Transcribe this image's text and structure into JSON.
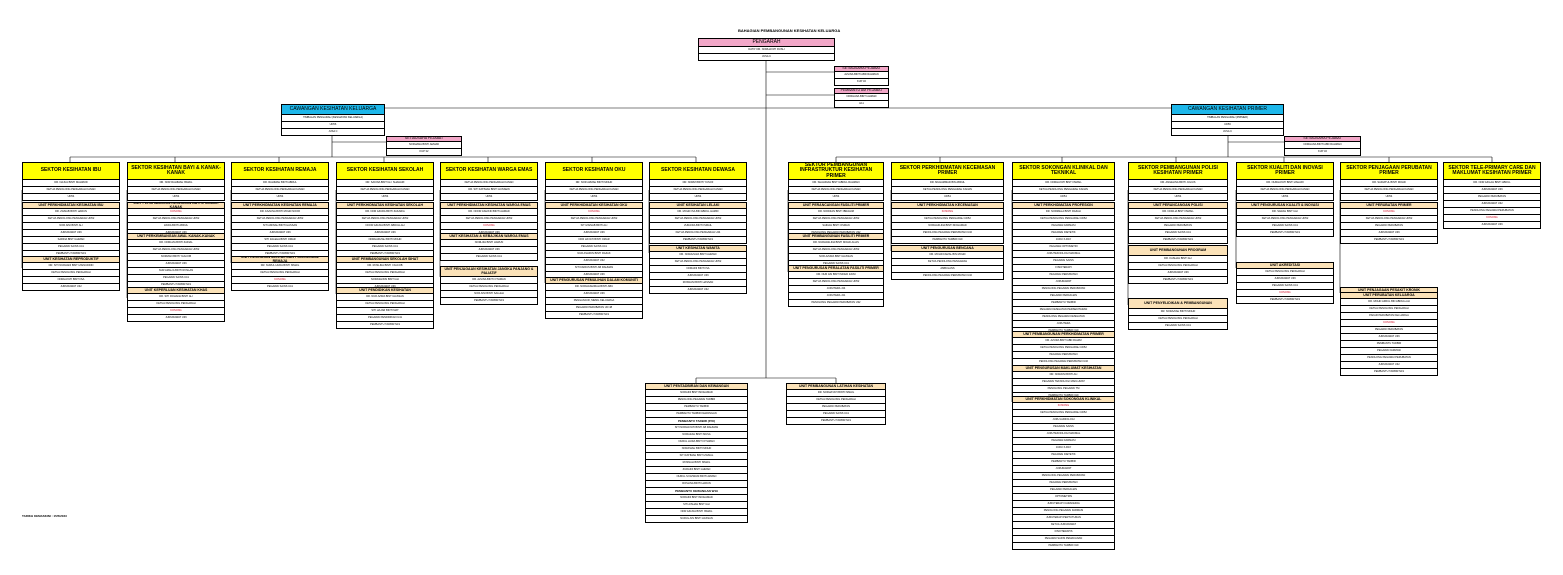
{
  "page": {
    "title": "BAHAGIAN PEMBANGUNAN KESIHATAN KELUARGA",
    "footer": "TARIKH KEMASKINI : 15/5/2023"
  },
  "colors": {
    "pink": "#f2a7c8",
    "yellow": "#ffff00",
    "cyan": "#1db7ea",
    "peach": "#fbe2b8"
  },
  "nodes": {
    "pengarah": {
      "header": "PENGARAH",
      "lines": [
        "DATO' DR. NORHAYATI RUSLI",
        "JUSA C"
      ]
    },
    "setiausaha": {
      "header": "SETIAUSAHA PEJABAT",
      "lines": [
        "AZLINA BINTI ABD RAHMAN",
        "KUP 32"
      ]
    },
    "pembantu_am": {
      "header": "PEMBANTU AM PEJABAT",
      "lines": [
        "NORHANA BINTI AHMAD",
        "H11"
      ]
    },
    "cawangan_keluarga": {
      "header": "CAWANGAN KESIHATAN KELUARGA",
      "lines": [
        "TIMBALAN PENGARAH (KESIHATAN KELUARGA)",
        "UD56",
        "JUSA C"
      ]
    },
    "cawangan_primer": {
      "header": "CAWANGAN KESIHATAN PRIMER",
      "lines": [
        "TIMBALAN PENGARAH (PRIMER)",
        "UD56",
        "JUSA C"
      ]
    },
    "sec_keluarga": {
      "header": "SETIAUSAHA PEJABAT",
      "lines": [
        "NORHANA BINTI AHMAD",
        "KUP 32"
      ]
    },
    "sec_primer": {
      "header": "SETIAUSAHA PEJABAT",
      "lines": [
        "NORHANA BINTI ABD RAHMAN",
        "KUP 32"
      ]
    },
    "s_ibu": {
      "header": "SEKTOR KESIHATAN IBU",
      "lines": [
        "DR. NAJUA BINTI MAHMUD",
        "KETUA PENOLONG PENGARAH KANAN",
        "UD54"
      ]
    },
    "u_ibu1": {
      "header": "UNIT PERKHIDMATAN KESIHATAN IBU",
      "lines": [
        "DR. ZAINAB BINTI HARUN",
        "KETUA PENOLONG PENGARAH UD52",
        "NOR AINI BINTI ALI",
        "JURURAWAT U36",
        "SARINA BINTI AHMAD",
        "PEGAWAI SAINS U41",
        "PEMBANTU TADBIR N19"
      ]
    },
    "u_ibu2": {
      "header": "UNIT KESIHATAN REPRODUKTIF",
      "lines": [
        "DR. SITI NURHANI BINTI ZAINUDDIN",
        "KETUA PENOLONG PENGARAH",
        "NORHAYATI BINTI ISA",
        "JURURAWAT U32"
      ]
    },
    "s_bayi": {
      "header": "SEKTOR KESIHATAN BAYI & KANAK-KANAK",
      "lines": [
        "DR. NOR RAHIMAH ISMAIL",
        "KETUA PENOLONG PENGARAH KANAN",
        "UD54"
      ]
    },
    "u_bayi1": {
      "header": "UNIT PERKHIDMATAN KESIHATAN BAYI & KANAK-KANAK",
      "lines": [
        "KOSONG",
        "KETUA PENOLONG PENGARAH UD52",
        "ZAIDA BINTI ABDUL",
        "JURURAWAT U36"
      ]
    },
    "u_bayi2": {
      "header": "UNIT PERKEMBANGAN AWAL KANAK-KANAK",
      "lines": [
        "DR. NORLIZA BINTI ZAINAL",
        "KETUA PENOLONG PENGARAH UD52",
        "NORIZAN BINTI YAACOB",
        "JURURAWAT U36",
        "NUR AMALIA BINTI ROSLAN",
        "PEGAWAI SAINS U41",
        "PEMBANTU TADBIR N19"
      ]
    },
    "u_bayi3": {
      "header": "UNIT KEPERLUAN KESIHATAN KHAS",
      "lines": [
        "DR. SITI ROHANA BINTI ALI",
        "KETUA PENOLONG PENGARAH",
        "KOSONG",
        "JURURAWAT U36"
      ]
    },
    "s_remaja": {
      "header": "SEKTOR KESIHATAN REMAJA",
      "lines": [
        "DR. RAHIMAH BINTI ABDUL",
        "KETUA PENOLONG PENGARAH KANAN",
        "UD54"
      ]
    },
    "u_remaja1": {
      "header": "UNIT PERKHIDMATAN KESIHATAN REMAJA",
      "lines": [
        "DR. FAZLINA BINTI MOHD NOOR",
        "KETUA PENOLONG PENGARAH UD52",
        "SITI AMINAH BINTI HASSAN",
        "JURURAWAT U36",
        "SITI ZALEHA BINTI OMAR",
        "PEGAWAI SAINS U41",
        "PEMBANTU TADBIR N19"
      ]
    },
    "u_remaja2": {
      "header": "UNIT KESIHATAN MENTAL DAN PSIKOSOSIAL REMAJA",
      "lines": [
        "DR. NURUL HUDA BINTI ISMAIL",
        "KETUA PENOLONG PENGARAH",
        "KOSONG",
        "PEGAWAI SAINS U41"
      ]
    },
    "s_sekolah": {
      "header": "SEKTOR KESIHATAN SEKOLAH",
      "lines": [
        "DR. SAKINA BINTI HJ. SHAHARI",
        "KETUA PENOLONG PENGARAH KANAN",
        "UD54"
      ]
    },
    "u_sek1": {
      "header": "UNIT PERKHIDMATAN KESIHATAN SEKOLAH",
      "lines": [
        "DR. NOR AZURA BINTI ZAKARIA",
        "KETUA PENOLONG PENGARAH UD52",
        "NOOR AZLINA BINTI ABDULLAH",
        "JURURAWAT U36",
        "NORHAFIZAH BINTI MOHD",
        "PEGAWAI SAINS U41",
        "PEMBANTU TADBIR N19"
      ]
    },
    "u_sek2": {
      "header": "UNIT PEMBANGUNAN SEKOLAH SIHAT",
      "lines": [
        "DR. ROSLINA BINTI YAACOB",
        "KETUA PENOLONG PENGARAH",
        "NORASHIKIN BINTI ALI",
        "JURURAWAT U36"
      ]
    },
    "u_sek3": {
      "header": "UNIT PENDIDIKAN KESIHATAN",
      "lines": [
        "DR. NUR AZIRA BINTI HASSAN",
        "KETUA PENOLONG PENGARAH",
        "SITI HAJAR BINTI MAT",
        "PEGAWAI PENDIDIKAN U41",
        "PEMBANTU TADBIR N19"
      ]
    },
    "s_warga": {
      "header": "SEKTOR KESIHATAN WARGA EMAS",
      "lines": [
        "KETUA PENOLONG PENGARAH KANAN",
        "DR. SITI FATIMAH BINTI HUSSEIN",
        "UD54"
      ]
    },
    "u_warga1": {
      "header": "UNIT PERKHIDMATAN KESIHATAN WARGA EMAS",
      "lines": [
        "DR. NOOR ASHIKIN BINTI AHMAD",
        "KETUA PENOLONG PENGARAH UD52",
        "KOSONG",
        "JURURAWAT U36"
      ]
    },
    "u_warga2": {
      "header": "UNIT KESIHATAN & KEBAJIKAN WARGA EMAS",
      "lines": [
        "NORLIZA BINTI HARUN",
        "JURURAWAT U36",
        "PEGAWAI SAINS U41"
      ]
    },
    "u_warga3": {
      "header": "UNIT PENJAGAAN KESIHATAN JANGKA PANJANG & PALIATIF",
      "lines": [
        "DR. AZLINA BINTI OTHMAN",
        "KETUA PENOLONG PENGARAH",
        "NOR AINI BINTI SALLEH",
        "PEMBANTU TADBIR N19"
      ]
    },
    "s_oku": {
      "header": "SEKTOR KESIHATAN OKU",
      "lines": [
        "DR. NOR AZMAH BINTI MOHD",
        "KETUA PENOLONG PENGARAH KANAN",
        "UD54"
      ]
    },
    "u_oku1": {
      "header": "UNIT PERKHIDMATAN KESIHATAN OKU",
      "lines": [
        "KOSONG",
        "KETUA PENOLONG PENGARAH UD52",
        "SITI ZAINAB BINTI ALI",
        "JURURAWAT U36",
        "NOR HAYATI BINTI OMAR",
        "PEGAWAI SAINS U41",
        "NUR ASHIKIN BINTI RAZAK",
        "JURURAWAT U32",
        "SITI FAIRUS BINTI AB RAHMAN",
        "JURURAWAT U36",
        "PEMBANTU TADBIR N19"
      ]
    },
    "u_oku2": {
      "header": "UNIT PENGURUSAN PEMULIHAN DALAM KOMUNITI",
      "lines": [
        "DR. NORHASHIMAH BINTI ABU",
        "JURURAWAT U36",
        "PENGANJUR, MEMIL KELUARGA",
        "PEGAWAI PERUBATAN UD 48",
        "PEMBANTU TADBIR N19"
      ]
    },
    "s_dewasa": {
      "header": "SEKTOR KESIHATAN DEWASA",
      "lines": [
        "DR. NORMI BINTI YUSOF",
        "KETUA PENOLONG PENGARAH KANAN",
        "UD54"
      ]
    },
    "u_dewasa1": {
      "header": "UNIT KESIHATAN LELAKI",
      "lines": [
        "DR. MOHD ISA BIN ABDUL HAMID",
        "KETUA PENOLONG PENGARAH UD52",
        "ZURAIDA BINTI ISMAIL",
        "KETUA PENOLONG PENGARAH U44",
        "PEMBANTU TADBIR N19"
      ]
    },
    "u_dewasa2": {
      "header": "UNIT KESIHATAN WANITA",
      "lines": [
        "DR. NORAZLIZA BINTI AHMAD",
        "KETUA PENOLONG PENGARAH UD52",
        "NORAINI BINTI ISA",
        "JURURAWAT U36",
        "ROSNANI BINTI HASSAN",
        "JURURAWAT U32"
      ]
    },
    "s_infra": {
      "header": "SEKTOR PEMBANGUNAN INFRASTRUKTUR KESIHATAN PRIMER",
      "lines": [
        "DR. SHAHIDAH BINTI ABDUL RAHMAN",
        "KETUA PENOLONG PENGARAH KANAN",
        "UD54"
      ]
    },
    "u_infra1": {
      "header": "UNIT PERANCANGAN FASILITI PRIMER",
      "lines": [
        "DR. NORIZAN BINTI IBRAHIM",
        "KETUA PENOLONG PENGARAH UD52",
        "SAIDAH BINTI OSMAN",
        "PENOLONG PEGAWAI PERUBATAN U32"
      ]
    },
    "u_infra2": {
      "header": "UNIT PEMBANGUNAN FASILITI PRIMER",
      "lines": [
        "DR. NURHASLINA BINTI MOHD ALIAS",
        "KETUA PENOLONG PENGARAH UD52",
        "NOR AZURA BINTI HASSAN",
        "PEGAWAI SAINS U41"
      ]
    },
    "u_infra3": {
      "header": "UNIT PENGURUSAN PERALATAN FASILITI PRIMER",
      "lines": [
        "DR. NUR AIN BINTI MOHD ZAINI",
        "KETUA PENOLONG PENGARAH UD52",
        "JURUTERA J44",
        "JURUTERA J41",
        "PENOLONG PEGAWAI PERUBATAN U32"
      ]
    },
    "s_kecemasan": {
      "header": "SEKTOR PERKHIDMATAN KECEMASAN PRIMER",
      "lines": [
        "DR. MUHAMMAD BIN ABDUL",
        "KETUA PENOLONG PENGARAH KANAN",
        "UD54"
      ]
    },
    "u_kec1": {
      "header": "UNIT PERKHIDMATAN KECEMASAN",
      "lines": [
        "KOSONG",
        "KETUA PENOLONG PENGARAH UD52",
        "NORHAZLINA BINTI MOHAMAD",
        "PENOLONG PEGAWAI PERUBATAN U32",
        "PEMBANTU TADBIR N19"
      ]
    },
    "u_kec2": {
      "header": "UNIT PENGURUSAN BENCANA",
      "lines": [
        "DR. MOHD FAIZAL BIN MOHD",
        "KETUA PENOLONG PENGARAH",
        "AMBULANS",
        "PENOLONG PEGAWAI PERUBATAN U32"
      ]
    },
    "s_klinikal": {
      "header": "SEKTOR SOKONGAN KLINIKAL DAN TEKNIKAL",
      "lines": [
        "DR. NORHAYATI BINTI ISMAIL",
        "KETUA PENOLONG PENGARAH KANAN",
        "UD54"
      ]
    },
    "u_klin1": {
      "header": "UNIT PERKHIDMATAN PROFESION",
      "lines": [
        "DR. NORZIELA BINTI RAZALI",
        "KETUA PENOLONG PENGARAH UD52",
        "PEGAWAI FARMASI",
        "PEGAWAI DIETETIK",
        "JURU X-RAY",
        "PEGAWAI OPTOMETRI",
        "JURUTEKNOLOGI MAKMAL",
        "PEGAWAI SAINS",
        "FISIOTERAPI",
        "PEGAWAI PERUBATAN",
        "JURURAWAT",
        "PENOLONG PEGAWAI PERUBATAN",
        "PEGAWAI PERGIGIAN",
        "PEMBANTU TADBIR",
        "PEGAWAI KESIHATAN PERSEKITARAN",
        "PENOLONG PEGAWAI KESIHATAN",
        "JURUTERA",
        "PEMBANTU TADBIR N19"
      ]
    },
    "u_klin2": {
      "header": "UNIT PEMBANGUNAN PERKHIDMATAN PRIMER",
      "lines": [
        "DR. AZURA BINTI ABD RAHIM",
        "KETUA PENOLONG PENGARAH UD52",
        "PEGAWAI PERUBATAN",
        "PENOLONG PEGAWAI PERUBATAN U32"
      ]
    },
    "u_klin3": {
      "header": "UNIT PENGURUSAN MAKLUMAT KESIHATAN",
      "lines": [
        "DR. NORAINI BINTI ALI",
        "PEGAWAI TEKNOLOGI MAKLUMAT",
        "PENOLONG PEGAWAI TM",
        "PEMBANTU TADBIR N19"
      ]
    },
    "u_klin4": {
      "header": "UNIT PERKHIDMATAN SOKONGAN KLINIKAL",
      "lines": [
        "KOSONG",
        "KETUA PENOLONG PENGARAH UD52",
        "JURU AUDIOLOGI",
        "PEGAWAI SAINS",
        "JURUTEKNOLOGI MAKMAL",
        "PEGAWAI FARMASI",
        "JURU X-RAY",
        "PEGAWAI DIETETIK",
        "PEMBANTU TADBIR",
        "JURURAWAT",
        "PENOLONG PEGAWAI PERUBATAN",
        "PEGAWAI PERUBATAN",
        "PEGAWAI PERGIGIAN",
        "OPTOMETRIS",
        "JURUTERAPI CARAKERJA",
        "PENOLONG PEGAWAI FARMASI",
        "JURUTERAPI PERTUTURAN",
        "KETUA JURURAWAT",
        "FISIOTERAPIS",
        "PEGAWAI SAINS PEMAKANAN",
        "PEMBANTU TADBIR N19"
      ]
    },
    "s_polisi": {
      "header": "SEKTOR PEMBANGUNAN POLISI KESIHATAN PRIMER",
      "lines": [
        "DR. ANGELINA BINTI JULIUS",
        "KETUA PENOLONG PENGARAH KANAN",
        "UD54"
      ]
    },
    "u_pol1": {
      "header": "UNIT PERANCANGAN POLISI",
      "lines": [
        "DR. NORLIA BINTI ISMAIL",
        "KETUA PENOLONG PENGARAH UD52",
        "PEGAWAI PERUBATAN",
        "PEGAWAI SAINS U41",
        "PEMBANTU TADBIR N19"
      ]
    },
    "u_pol2": {
      "header": "UNIT PEMBANGUNAN PROGRAM",
      "lines": [
        "DR. KASHAH BINTI ALI",
        "KETUA PENOLONG PENGARAH",
        "JURURAWAT U36",
        "PEMBANTU TADBIR N19"
      ]
    },
    "u_pol3": {
      "header": "UNIT PENYELIDIKAN & PEMBANGUNAN",
      "lines": [
        "DR. NORAZIAH BINTI MOHD",
        "KETUA PENOLONG PENGARAH",
        "PEGAWAI SAINS U41"
      ]
    },
    "s_kualiti": {
      "header": "SEKTOR KUALITI DAN INOVASI PRIMER",
      "lines": [
        "DR. NURHAYATI BINTI ZAHARI",
        "KETUA PENOLONG PENGARAH KANAN",
        "UD54"
      ]
    },
    "u_kua1": {
      "header": "UNIT PENGURUSAN KUALITI & INOVASI",
      "lines": [
        "DR. SARAH BINTI ALI",
        "KETUA PENOLONG PENGARAH UD52",
        "PEGAWAI SAINS U41",
        "PEMBANTU TADBIR N19"
      ]
    },
    "u_kua2": {
      "header": "UNIT AKREDITASI",
      "lines": [
        "KETUA PENOLONG PENGARAH",
        "JURURAWAT U36",
        "PEGAWAI SAINS U41",
        "KOSONG",
        "PEMBANTU TADBIR N19"
      ]
    },
    "s_penjagaan": {
      "header": "SEKTOR PENJAGAAN PERUBATAN PRIMER",
      "lines": [
        "DR. SAIDATUL BINTI MOHD",
        "KETUA PENOLONG PENGARAH KANAN",
        "UD54"
      ]
    },
    "u_pen1": {
      "header": "UNIT PERUBATAN PRIMER",
      "lines": [
        "KOSONG",
        "KETUA PENOLONG PENGARAH UD52",
        "PEGAWAI PERUBATAN",
        "JURURAWAT U36",
        "PEMBANTU TADBIR N19"
      ]
    },
    "u_pen2": {
      "header": "UNIT PENJAGAAN PESAKIT KRONIK",
      "lines": [
        "DR. KHAIRUL BIN ISMAIL",
        "KETUA PENOLONG PENGARAH",
        "JURURAWAT U36",
        "PEMBANTU TADBIR N19"
      ]
    },
    "u_pen3": {
      "header": "UNIT PERUBATAN KELUARGA",
      "lines": [
        "DR. MOHD AZRUL BIN ABDULLAH",
        "KETUA PENOLONG PENGARAH",
        "PAKAR PERUBATAN KELUARGA",
        "KOSONG",
        "PEGAWAI PERUBATAN",
        "JURURAWAT U36",
        "PEMBANTU TADBIR",
        "PEGAWAI FARMASI",
        "PENOLONG PEGAWAI PERUBATAN",
        "JURURAWAT U32",
        "PEMBANTU TADBIR N19"
      ]
    },
    "s_tele": {
      "header": "SEKTOR TELE-PRIMARY CARE DAN MAKLUMAT KESIHATAN PRIMER",
      "lines": [
        "DR. NOR AZILAH BINTI ABDUL",
        "JURURAWAT U36",
        "PEGAWAI PERUBATAN",
        "JURURAWAT U32",
        "PENOLONG PEGAWAI PERUBATAN",
        "KOSONG",
        "JURURAWAT U36"
      ]
    },
    "u_kewangan": {
      "header": "UNIT PENTADBIRAN DAN KEWANGAN",
      "lines": [
        "NORAINI BINTI MOHAMAD",
        "PENOLONG PEGAWAI TADBIR",
        "PEMBANTU TADBIR",
        "PEMBANTU TADBIR KEWANGAN"
      ],
      "groups": [
        {
          "title": "PEMBANTU TADBIR (P/O)",
          "lines": [
            "SITI NORHAYATI BINTI AB RAHMAN",
            "NORAZAH BINTI MUSA",
            "NURUL HUDA BINTI OTHMAN",
            "NORASIAH BINTI MOHD",
            "SITI FATIMAH BINTI ZAINAL",
            "ROSNAH BINTI ISMAIL",
            "ZURAINI BINTI AHMAD",
            "NURUL SYAZWANI BINTI AZMAN",
            "ROSLINA BINTI HARUN"
          ]
        },
        {
          "title": "PEMBANTU KEWANGAN W19",
          "lines": [
            "NORAINI BINTI MOHAMAD",
            "SITI AISHAH BINTI ALI",
            "NOR AZLINA BINTI ISMAIL",
            "NURUL AIN BINTI HASSAN"
          ]
        }
      ]
    },
    "u_latihan": {
      "header": "UNIT PEMBANGUNAN LATIHAN KESIHATAN",
      "lines": [
        "DR. NORHAYATI BINTI ISMAIL",
        "KETUA PENOLONG PENGARAH",
        "PEGAWAI PERUBATAN",
        "PEGAWAI SAINS U41",
        "PEMBANTU TADBIR N19"
      ]
    }
  }
}
